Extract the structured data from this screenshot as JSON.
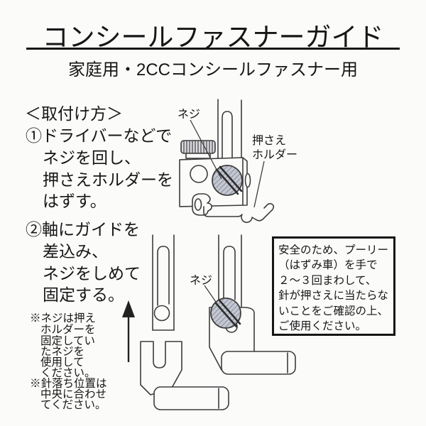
{
  "page": {
    "title": "コンシールファスナーガイド",
    "subtitle": "家庭用・2CCコンシールファスナー用"
  },
  "instructions": {
    "heading": "＜取付け方＞",
    "step1": [
      "①ドライバーなどで",
      "ネジを回し、",
      "押さえホルダーを",
      "はずす。"
    ],
    "step2": [
      "②軸にガイドを",
      "差込み、",
      "ネジをしめて",
      "固定する。"
    ],
    "note1": [
      "※ネジは押え",
      "ホルダーを",
      "固定してい",
      "たネジを",
      "使用して",
      "ください。"
    ],
    "note2": [
      "※針落ち位置は",
      "中央に合わせ",
      "てください。"
    ]
  },
  "figure1": {
    "screw_label": "ネジ",
    "holder_label_line1": "押さえ",
    "holder_label_line2": "ホルダー"
  },
  "figure2": {
    "screw_label": "ネジ"
  },
  "safety_box": [
    "安全のため、プーリー",
    "（はずみ車）を手で",
    "２～３回まわして、",
    "針が押さえに当たらな",
    "いことをご確認の上、",
    "ご使用ください。"
  ],
  "icons": {
    "up_arrow": "insertion-direction-arrow"
  },
  "colors": {
    "ink": "#161616",
    "line_art": "#3d3d3d",
    "screw_hatch_fill": "#c3c7d2",
    "background": "#fbfbfa"
  }
}
